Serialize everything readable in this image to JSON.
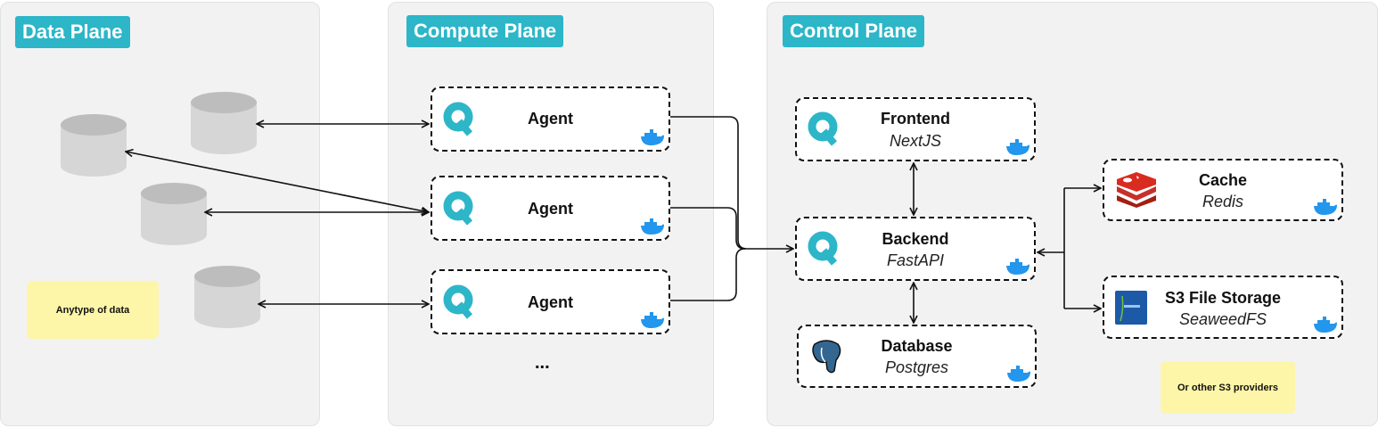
{
  "planes": {
    "data": "Data Plane",
    "compute": "Compute Plane",
    "control": "Control Plane"
  },
  "agents": [
    {
      "label": "Agent"
    },
    {
      "label": "Agent"
    },
    {
      "label": "Agent"
    }
  ],
  "ellipsis": "...",
  "services": {
    "frontend": {
      "title": "Frontend",
      "subtitle": "NextJS"
    },
    "backend": {
      "title": "Backend",
      "subtitle": "FastAPI"
    },
    "database": {
      "title": "Database",
      "subtitle": "Postgres"
    },
    "cache": {
      "title": "Cache",
      "subtitle": "Redis"
    },
    "storage": {
      "title": "S3 File Storage",
      "subtitle": "SeaweedFS"
    }
  },
  "notes": {
    "data": "Anytype of data",
    "storage": "Or other S3 providers"
  },
  "colors": {
    "accent": "#2cb6c8",
    "note": "#fdf6a8",
    "panel": "#f2f2f2",
    "docker": "#2396ed",
    "redis": "#c6302b",
    "postgres": "#336791"
  }
}
